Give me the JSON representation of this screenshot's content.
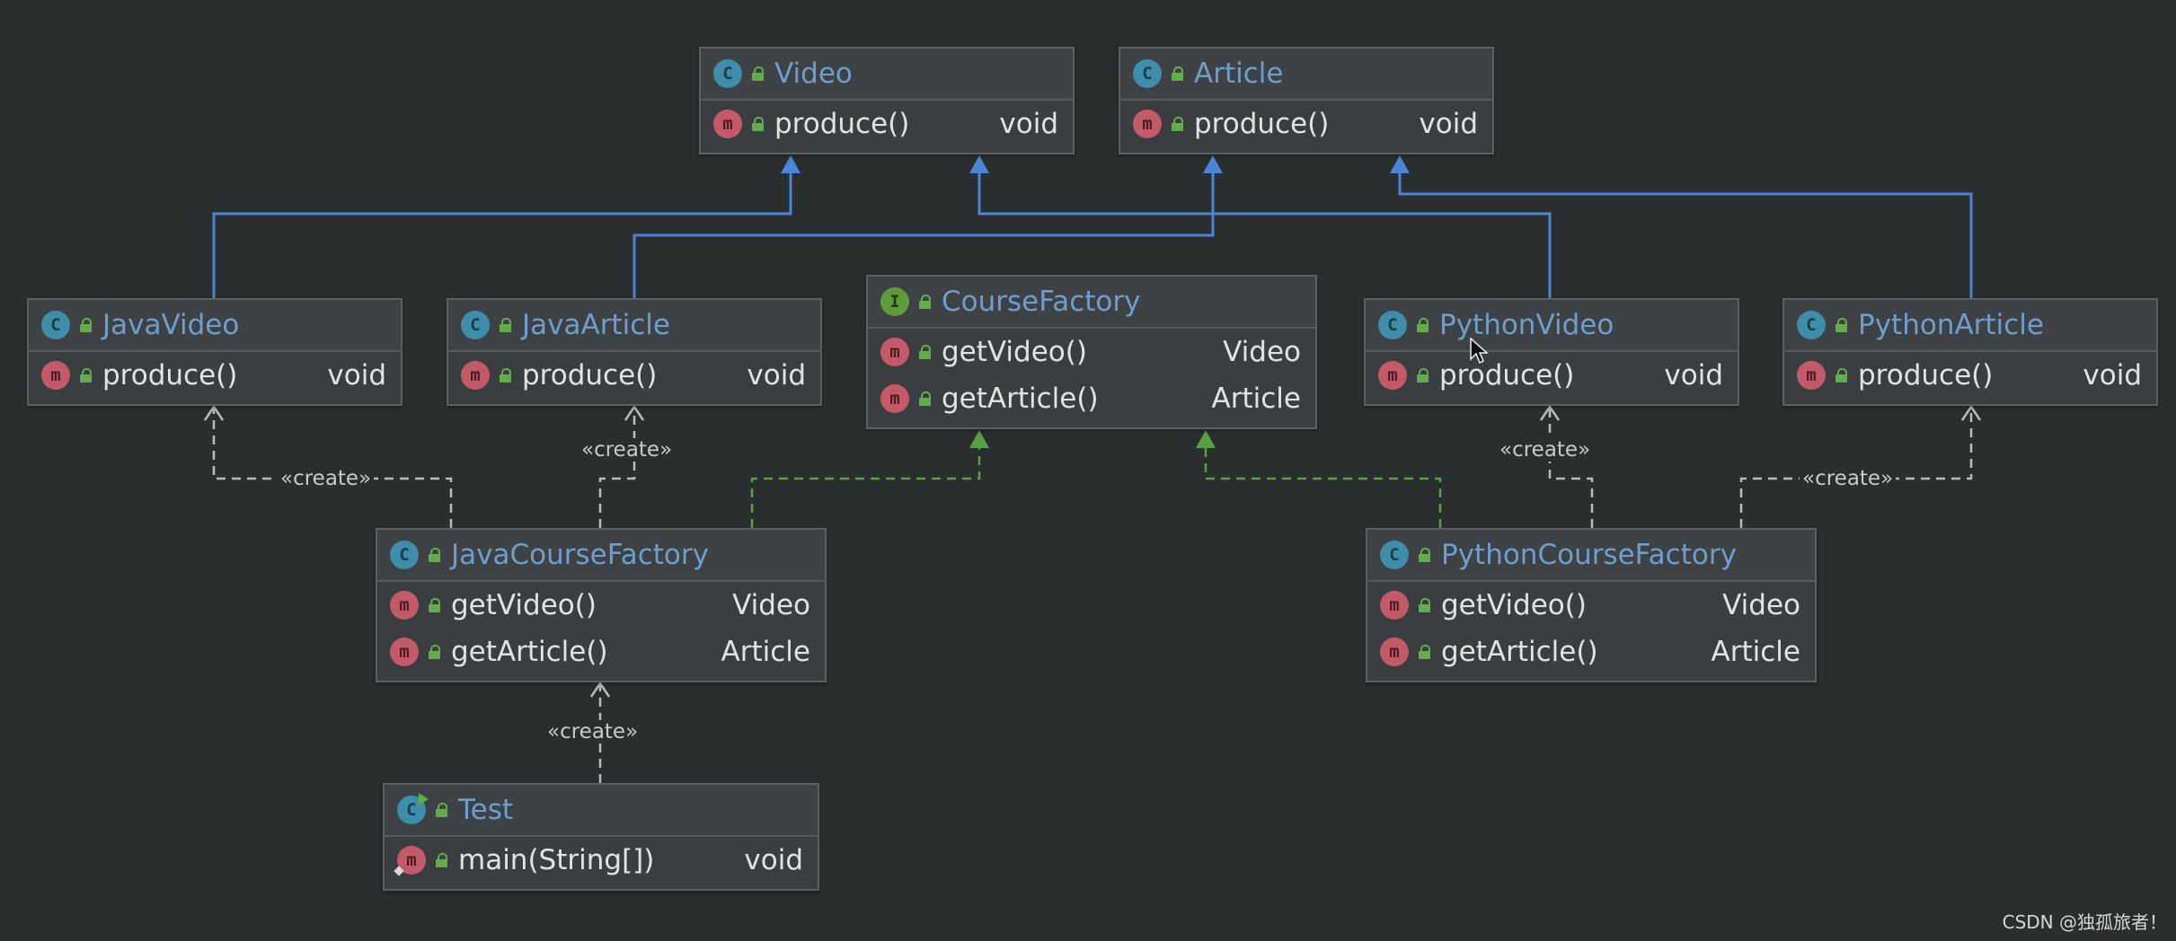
{
  "classes": [
    {
      "id": "video",
      "kind": "class",
      "name": "Video",
      "methods": [
        {
          "name": "produce()",
          "ret": "void"
        }
      ]
    },
    {
      "id": "article",
      "kind": "class",
      "name": "Article",
      "methods": [
        {
          "name": "produce()",
          "ret": "void"
        }
      ]
    },
    {
      "id": "javavideo",
      "kind": "class",
      "name": "JavaVideo",
      "methods": [
        {
          "name": "produce()",
          "ret": "void"
        }
      ]
    },
    {
      "id": "javaarticle",
      "kind": "class",
      "name": "JavaArticle",
      "methods": [
        {
          "name": "produce()",
          "ret": "void"
        }
      ]
    },
    {
      "id": "coursefactory",
      "kind": "interface",
      "name": "CourseFactory",
      "methods": [
        {
          "name": "getVideo()",
          "ret": "Video"
        },
        {
          "name": "getArticle()",
          "ret": "Article"
        }
      ]
    },
    {
      "id": "pythonvideo",
      "kind": "class",
      "name": "PythonVideo",
      "methods": [
        {
          "name": "produce()",
          "ret": "void"
        }
      ]
    },
    {
      "id": "pythonarticle",
      "kind": "class",
      "name": "PythonArticle",
      "methods": [
        {
          "name": "produce()",
          "ret": "void"
        }
      ]
    },
    {
      "id": "javacoursefactory",
      "kind": "class",
      "name": "JavaCourseFactory",
      "methods": [
        {
          "name": "getVideo()",
          "ret": "Video"
        },
        {
          "name": "getArticle()",
          "ret": "Article"
        }
      ]
    },
    {
      "id": "pythoncoursefactory",
      "kind": "class",
      "name": "PythonCourseFactory",
      "methods": [
        {
          "name": "getVideo()",
          "ret": "Video"
        },
        {
          "name": "getArticle()",
          "ret": "Article"
        }
      ]
    },
    {
      "id": "test",
      "kind": "runnable",
      "name": "Test",
      "methods": [
        {
          "name": "main(String[])",
          "ret": "void",
          "static": true
        }
      ]
    }
  ],
  "badges": {
    "class": "C",
    "interface": "I",
    "method": "m"
  },
  "relations": [
    {
      "type": "extends",
      "from": "javavideo",
      "to": "video"
    },
    {
      "type": "extends",
      "from": "javaarticle",
      "to": "article"
    },
    {
      "type": "extends",
      "from": "pythonvideo",
      "to": "video"
    },
    {
      "type": "extends",
      "from": "pythonarticle",
      "to": "article"
    },
    {
      "type": "implements",
      "from": "javacoursefactory",
      "to": "coursefactory"
    },
    {
      "type": "implements",
      "from": "pythoncoursefactory",
      "to": "coursefactory"
    },
    {
      "type": "create",
      "from": "javacoursefactory",
      "to": "javavideo"
    },
    {
      "type": "create",
      "from": "javacoursefactory",
      "to": "javaarticle"
    },
    {
      "type": "create",
      "from": "pythoncoursefactory",
      "to": "pythonvideo"
    },
    {
      "type": "create",
      "from": "pythoncoursefactory",
      "to": "pythonarticle"
    },
    {
      "type": "create",
      "from": "test",
      "to": "javacoursefactory"
    }
  ],
  "stereotype": "«create»",
  "colors": {
    "extends": "#4a86d8",
    "implements": "#57a043",
    "create": "#b9bbbc",
    "classname": "#6e9ecd"
  },
  "watermark": "CSDN @独孤旅者！"
}
